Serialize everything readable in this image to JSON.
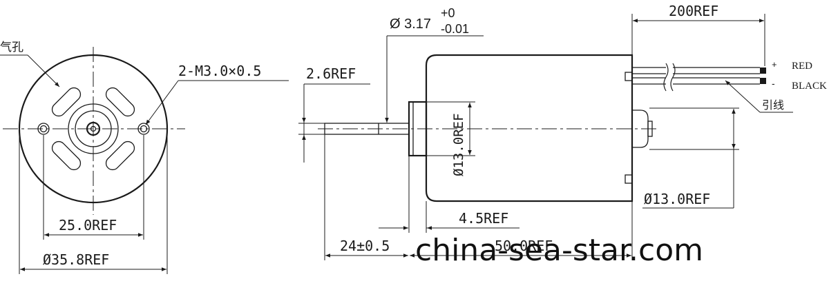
{
  "labels": {
    "vent_hole": "气孔",
    "mount_thread": "2-M3.0×0.5",
    "shaft_diameter": "Ø 3.17",
    "shaft_tol_upper": "+0",
    "shaft_tol_lower": "-0.01",
    "shaft_length_ref": "2.6REF",
    "lead_length": "200REF",
    "plus": "+",
    "minus": "-",
    "red": "RED",
    "black": "BLACK",
    "lead_wire": "引线",
    "boss_diameter": "Ø13.0REF",
    "body_diameter": "Ø13.0REF",
    "boss_length": "4.5REF",
    "mount_spacing": "25.0REF",
    "outer_diameter": "Ø35.8REF",
    "shaft_ext": "24±0.5",
    "body_length": "50.0REF"
  },
  "watermark": "china-sea-star.com",
  "colors": {
    "line": "#1a1a1a",
    "background": "#ffffff"
  }
}
